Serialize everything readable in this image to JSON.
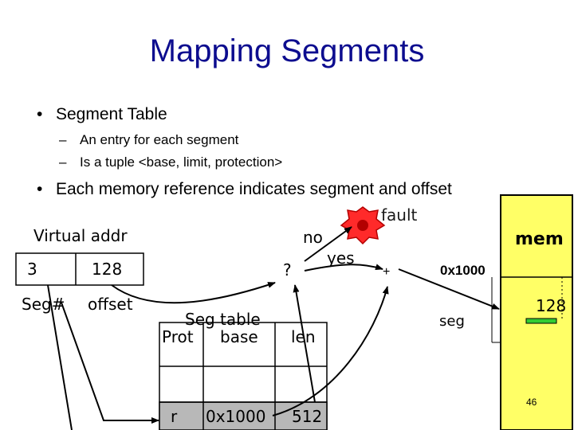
{
  "slide": {
    "title": "Mapping Segments",
    "bullets": [
      {
        "bullet": "•",
        "text": "Segment Table",
        "sub": [
          {
            "dash": "–",
            "text": "An entry for each segment"
          },
          {
            "dash": "–",
            "text": "Is a tuple <base, limit, protection>"
          }
        ]
      },
      {
        "bullet": "•",
        "text": "Each memory reference indicates segment and offset"
      }
    ],
    "page_number": "46"
  },
  "diagram": {
    "virtual_addr": {
      "label": "Virtual addr",
      "segment": "3",
      "offset": "128",
      "segment_caption": "Seg#",
      "offset_caption": "offset"
    },
    "seg_table": {
      "caption": "Seg table",
      "headers": [
        "Prot",
        "base",
        "len"
      ],
      "row": [
        "r",
        "0x1000",
        "512"
      ]
    },
    "check": {
      "question": "?",
      "no": "no",
      "yes": "yes",
      "fault": "fault"
    },
    "adder": {
      "symbol": "+"
    },
    "memory": {
      "label": "mem",
      "base": "0x1000",
      "seg": "seg",
      "offset": "128"
    }
  },
  "colors": {
    "title": "#0d0d8f",
    "memory_fill": "#ffff66",
    "memory_highlight": "#33cc33",
    "fault_burst": "#ff2a2a",
    "fault_burst_inner": "#b30000"
  }
}
